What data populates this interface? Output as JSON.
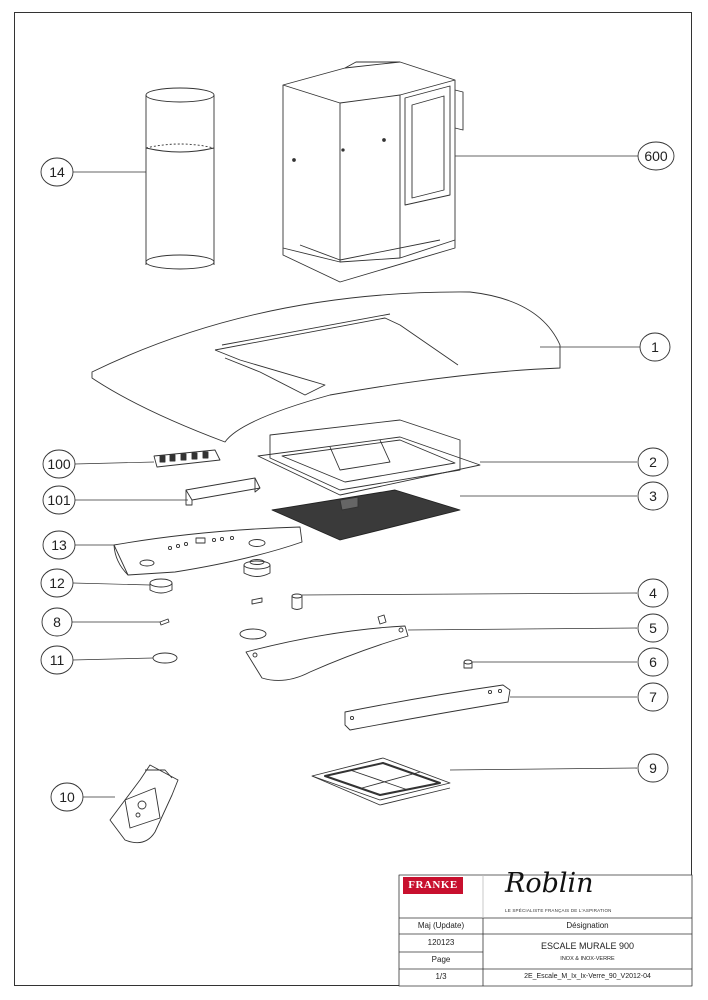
{
  "callouts": [
    {
      "id": "14",
      "label": "14"
    },
    {
      "id": "600",
      "label": "600"
    },
    {
      "id": "1",
      "label": "1"
    },
    {
      "id": "100",
      "label": "100"
    },
    {
      "id": "2",
      "label": "2"
    },
    {
      "id": "101",
      "label": "101"
    },
    {
      "id": "3",
      "label": "3"
    },
    {
      "id": "13",
      "label": "13"
    },
    {
      "id": "12",
      "label": "12"
    },
    {
      "id": "4",
      "label": "4"
    },
    {
      "id": "8",
      "label": "8"
    },
    {
      "id": "5",
      "label": "5"
    },
    {
      "id": "11",
      "label": "11"
    },
    {
      "id": "6",
      "label": "6"
    },
    {
      "id": "7",
      "label": "7"
    },
    {
      "id": "9",
      "label": "9"
    },
    {
      "id": "10",
      "label": "10"
    }
  ],
  "title_block": {
    "franke_logo": "FRANKE",
    "roblin_logo": "Roblin",
    "roblin_tagline": "LE SPÉCIALISTE FRANÇAIS DE L'ASPIRATION",
    "update_label": "Maj (Update)",
    "update_value": "120123",
    "page_label": "Page",
    "page_value": "1/3",
    "designation_label": "Désignation",
    "product_name": "ESCALE MURALE 900",
    "product_variant": "INOX & INOX-VERRE",
    "file_reference": "2E_Escale_M_Ix_Ix-Verre_90_V2012-04"
  },
  "colors": {
    "ink": "#222222",
    "franke_red": "#c8102e",
    "filter_mesh": "#3a3a3a"
  }
}
